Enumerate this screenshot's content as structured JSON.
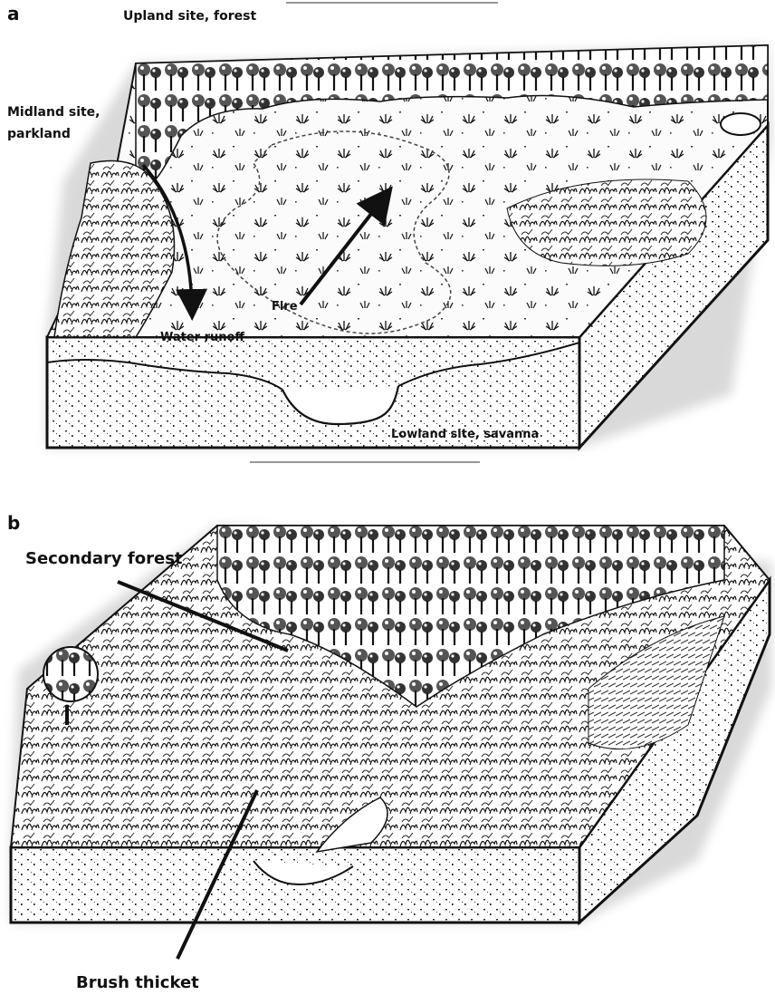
{
  "panel_a": {
    "letter": "a",
    "labels": {
      "upland": "Upland site, forest",
      "midland_line1": "Midland site,",
      "midland_line2": "parkland",
      "water_runoff": "Water runoff",
      "fire": "Fire",
      "lowland": "Lowland site, savanna"
    }
  },
  "panel_b": {
    "letter": "b",
    "labels": {
      "secondary_forest": "Secondary forest",
      "brush_thicket": "Brush thicket"
    }
  },
  "colors": {
    "ink": "#111111",
    "ground": "#ffffff",
    "haze": "#d9d9d9"
  }
}
